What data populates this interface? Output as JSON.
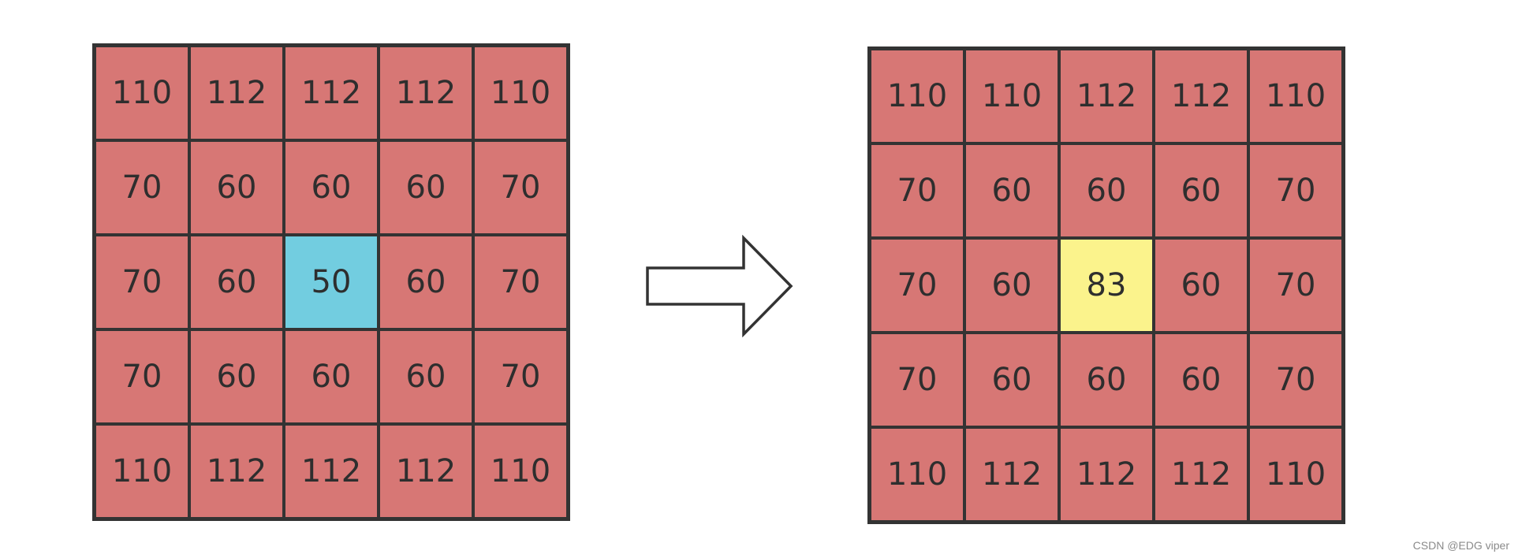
{
  "colors": {
    "cell_default": "#d77775",
    "cell_center_before": "#72cde0",
    "cell_center_after": "#fbf38c",
    "border": "#333333"
  },
  "before_grid": {
    "rows": [
      [
        "110",
        "112",
        "112",
        "112",
        "110"
      ],
      [
        "70",
        "60",
        "60",
        "60",
        "70"
      ],
      [
        "70",
        "60",
        "50",
        "60",
        "70"
      ],
      [
        "70",
        "60",
        "60",
        "60",
        "70"
      ],
      [
        "110",
        "112",
        "112",
        "112",
        "110"
      ]
    ],
    "highlight": {
      "row": 2,
      "col": 2
    }
  },
  "after_grid": {
    "rows": [
      [
        "110",
        "110",
        "112",
        "112",
        "110"
      ],
      [
        "70",
        "60",
        "60",
        "60",
        "70"
      ],
      [
        "70",
        "60",
        "83",
        "60",
        "70"
      ],
      [
        "70",
        "60",
        "60",
        "60",
        "70"
      ],
      [
        "110",
        "112",
        "112",
        "112",
        "110"
      ]
    ],
    "highlight": {
      "row": 2,
      "col": 2
    }
  },
  "arrow_icon": "right-arrow-icon",
  "watermark": "CSDN @EDG viper"
}
